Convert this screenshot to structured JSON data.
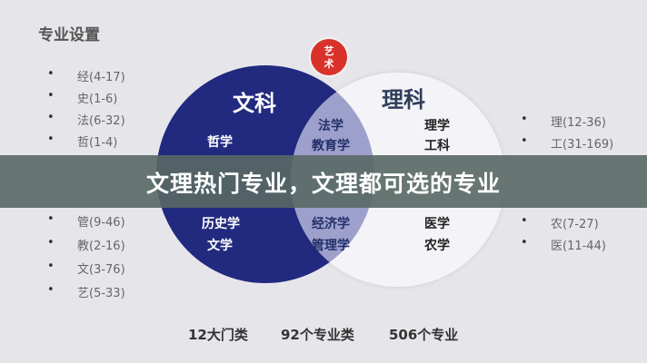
{
  "title": "专业设置",
  "left_list": [
    "经(4-17)",
    "史(1-6)",
    "法(6-32)",
    "哲(1-4)",
    "管(9-46)",
    "教(2-16)",
    "文(3-76)",
    "艺(5-33)"
  ],
  "right_list": [
    "理(12-36)",
    "工(31-169)",
    "农(7-27)",
    "医(11-44)"
  ],
  "bullet": "•",
  "venn": {
    "art": [
      "艺",
      "术"
    ],
    "left_title": "文科",
    "left_items": [
      "哲学",
      "历史学",
      "文学"
    ],
    "right_title": "理科",
    "right_items": [
      "理学",
      "工科",
      "医学",
      "农学"
    ],
    "overlap_items": [
      "法学",
      "教育学",
      "经济学",
      "管理学"
    ]
  },
  "banner": "文理热门专业，文理都可选的专业",
  "stats": [
    "12大门类",
    "92个专业类",
    "506个专业"
  ],
  "colors": {
    "blue": "#222a80",
    "red": "#d9322b",
    "overlap": "#9ea0cc"
  }
}
